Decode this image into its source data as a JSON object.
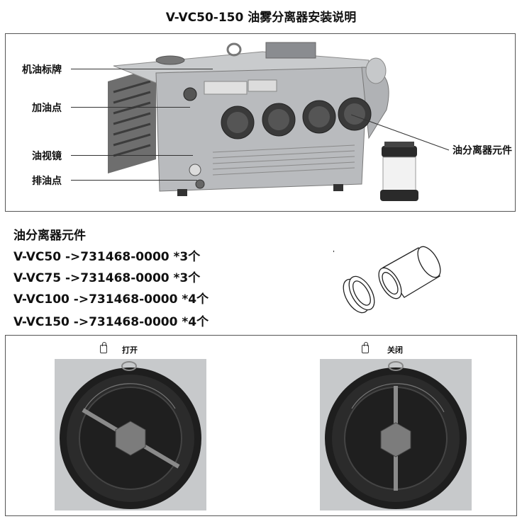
{
  "title": "V-VC50-150 油雾分离器安装说明",
  "callouts": {
    "nameplate": "机油标牌",
    "fill_point": "加油点",
    "sight_glass": "油视镜",
    "drain_point": "排油点",
    "separator_element": "油分离器元件"
  },
  "parts": {
    "heading": "油分离器元件",
    "rows": [
      {
        "model": "V-VC50",
        "arrow": "->",
        "part_no": "731468-0000",
        "qty": "*3个"
      },
      {
        "model": "V-VC75",
        "arrow": "->",
        "part_no": "731468-0000",
        "qty": "*3个"
      },
      {
        "model": "V-VC100",
        "arrow": "->",
        "part_no": "731468-0000",
        "qty": "*4个"
      },
      {
        "model": "V-VC150",
        "arrow": "->",
        "part_no": "731468-0000",
        "qty": "*4个"
      }
    ]
  },
  "cover_states": {
    "open": {
      "label": "打开",
      "icon": "unlock-icon"
    },
    "close": {
      "label": "关闭",
      "icon": "lock-icon"
    }
  }
}
